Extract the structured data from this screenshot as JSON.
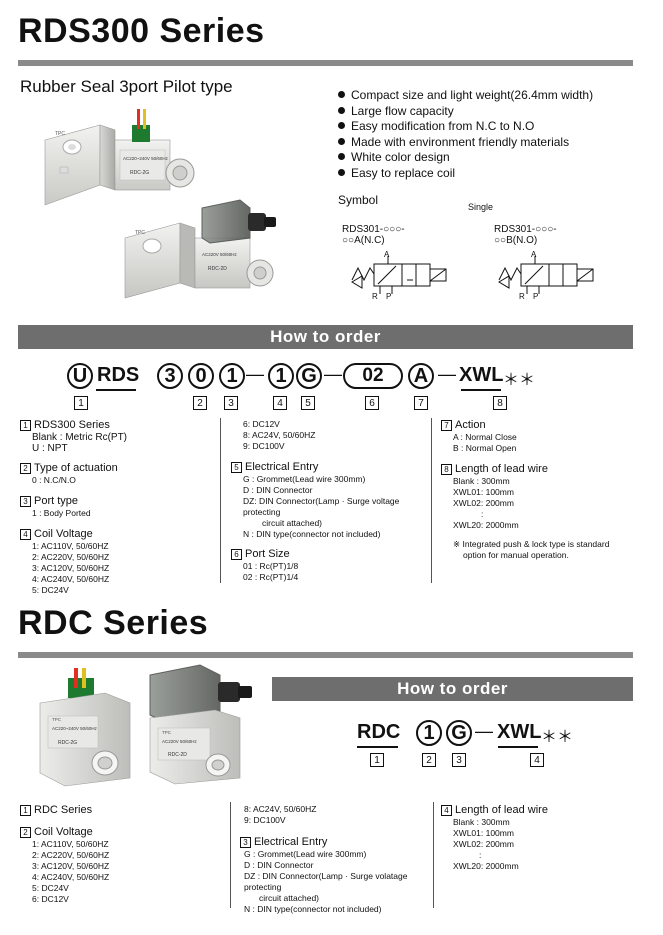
{
  "rds": {
    "title": "RDS300 Series",
    "subtitle": "Rubber Seal 3port Pilot type",
    "features": [
      "Compact size and light weight(26.4mm width)",
      "Large flow capacity",
      "Easy modification from N.C to N.O",
      "Made with environment friendly materials",
      "White color design",
      "Easy to replace coil"
    ],
    "symbol_label": "Symbol",
    "single_label": "Single",
    "symbol_nc_line1": "RDS301-○○○-",
    "symbol_nc_line2": "○○A(N.C)",
    "symbol_no_line1": "RDS301-○○○-",
    "symbol_no_line2": "○○B(N.O)",
    "port_a": "A",
    "port_r": "R",
    "port_p": "P",
    "how_to_order": "How to order",
    "code": {
      "u": "U",
      "rds": "RDS",
      "c3": "3",
      "c0": "0",
      "c1": "1",
      "g1": "1",
      "g": "G",
      "c02": "02",
      "a": "A",
      "xwl": "XWL",
      "stars": "＊＊",
      "dash": "—"
    },
    "idx": [
      "1",
      "2",
      "3",
      "4",
      "5",
      "6",
      "7",
      "8"
    ],
    "col1": {
      "s1_title": "RDS300 Series",
      "s1_items": [
        "Blank : Metric Rc(PT)",
        "U : NPT"
      ],
      "s2_title": "Type of actuation",
      "s2_items": [
        "0 : N.C/N.O"
      ],
      "s3_title": "Port type",
      "s3_items": [
        "1 : Body Ported"
      ],
      "s4_title": "Coil Voltage",
      "s4_items": [
        "1: AC110V, 50/60HZ",
        "2: AC220V, 50/60HZ",
        "3: AC120V, 50/60HZ",
        "4: AC240V, 50/60HZ",
        "5: DC24V"
      ]
    },
    "col2": {
      "pre_items": [
        "6: DC12V",
        "8: AC24V, 50/60HZ",
        "9: DC100V"
      ],
      "s5_title": "Electrical Entry",
      "s5_items": [
        "G : Grommet(Lead wire 300mm)",
        "D : DIN Connector",
        "DZ: DIN Connector(Lamp · Surge voltage protecting",
        "circuit attached)",
        "N : DIN type(connector not included)"
      ],
      "s6_title": "Port Size",
      "s6_items": [
        "01 : Rc(PT)1/8",
        "02 : Rc(PT)1/4"
      ]
    },
    "col3": {
      "s7_title": "Action",
      "s7_items": [
        "A : Normal Close",
        "B : Normal Open"
      ],
      "s8_title": "Length of lead wire",
      "s8_items": [
        "Blank : 300mm",
        "XWL01: 100mm",
        "XWL02: 200mm",
        ":",
        "XWL20: 2000mm"
      ],
      "note_line1": "※ Integrated push & lock type is standard",
      "note_line2": "option for manual operation."
    },
    "valve1": {
      "brand": "TPC",
      "label1": "AC220~240V 50/60Hz",
      "label2": "RDC-2G"
    },
    "valve2": {
      "brand": "TPC",
      "label1": "AC220V 50/60Hz",
      "label2": "RDC-2D"
    }
  },
  "rdc": {
    "title": "RDC Series",
    "how_to_order": "How to order",
    "code": {
      "rdc": "RDC",
      "c1": "1",
      "g": "G",
      "xwl": "XWL",
      "stars": "＊＊",
      "dash": "—"
    },
    "idx": [
      "1",
      "2",
      "3",
      "4"
    ],
    "col1": {
      "s1_title": "RDC Series",
      "s2_title": "Coil Voltage",
      "s2_items": [
        "1: AC110V, 50/60HZ",
        "2: AC220V, 50/60HZ",
        "3: AC120V, 50/60HZ",
        "4: AC240V, 50/60HZ",
        "5: DC24V",
        "6: DC12V"
      ]
    },
    "col2": {
      "pre_items": [
        "8: AC24V, 50/60HZ",
        "9: DC100V"
      ],
      "s3_title": "Electrical Entry",
      "s3_items": [
        "G : Grommet(Lead wire 300mm)",
        "D : DIN Connector",
        "DZ : DIN Connector(Lamp · Surge volatage protecting",
        "circuit attached)",
        "N : DIN type(connector not included)"
      ]
    },
    "col3": {
      "s4_title": "Length of lead wire",
      "s4_items": [
        "Blank : 300mm",
        "XWL01: 100mm",
        "XWL02: 200mm",
        ":",
        "XWL20: 2000mm"
      ]
    },
    "coil1": {
      "brand": "TPC",
      "label1": "AC220~240V 50/60Hz",
      "label2": "RDC-2G"
    },
    "coil2": {
      "brand": "TPC",
      "label1": "AC220V 50/60Hz",
      "label2": "RDC-2D"
    }
  }
}
